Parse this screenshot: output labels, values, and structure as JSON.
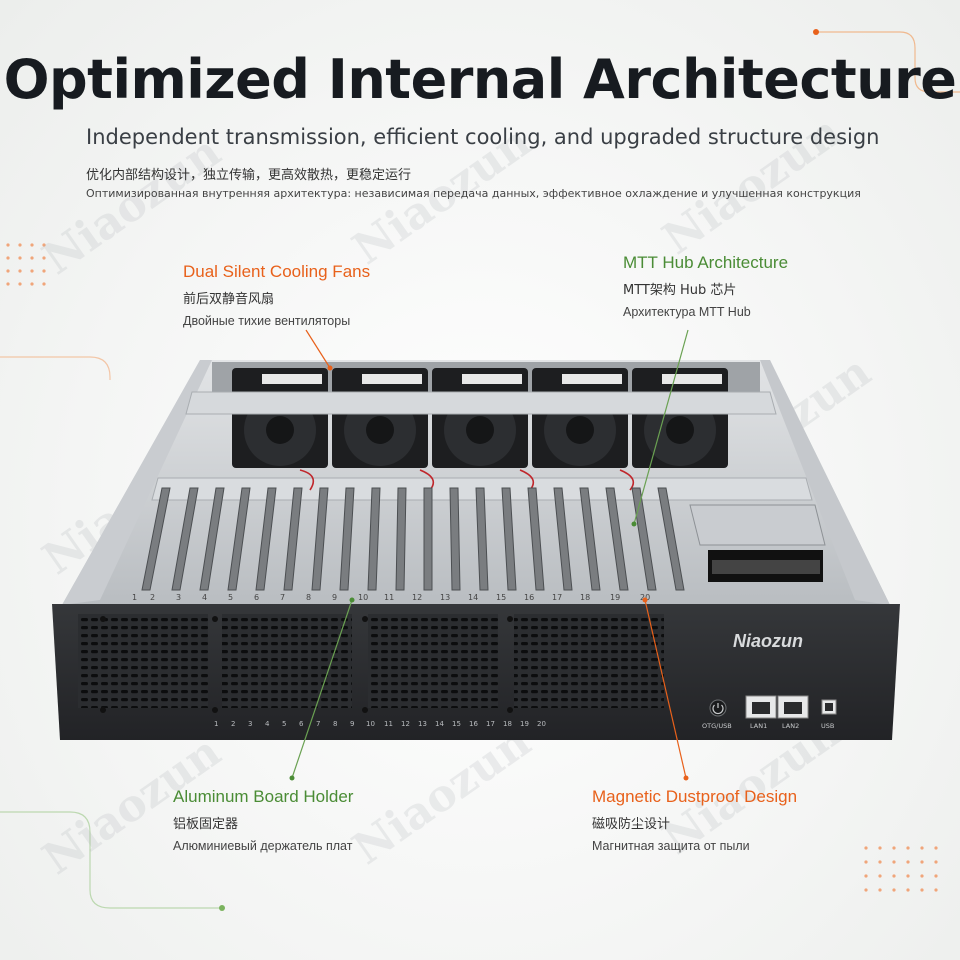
{
  "header": {
    "title": "Optimized Internal Architecture",
    "subtitle": "Independent transmission, efficient cooling, and upgraded structure design",
    "subtitle_cn": "优化内部结构设计，独立传输，更高效散热，更稳定运行",
    "subtitle_ru": "Оптимизированная внутренняя архитектура: независимая передача данных, эффективное охлаждение и улучшенная конструкция"
  },
  "callouts": {
    "fans": {
      "title": "Dual Silent Cooling Fans",
      "cn": "前后双静音风扇",
      "ru": "Двойные тихие вентиляторы"
    },
    "hub": {
      "title": "MTT Hub Architecture",
      "cn": "MTT架构 Hub 芯片",
      "ru": "Архитектура MTT Hub"
    },
    "holder": {
      "title": "Aluminum Board Holder",
      "cn": "铝板固定器",
      "ru": "Алюминиевый держатель плат"
    },
    "dust": {
      "title": "Magnetic Dustproof Design",
      "cn": "磁吸防尘设计",
      "ru": "Магнитная защита от пыли"
    }
  },
  "device": {
    "brand": "Niaozun",
    "slot_numbers": [
      "1",
      "2",
      "3",
      "4",
      "5",
      "6",
      "7",
      "8",
      "9",
      "10",
      "11",
      "12",
      "13",
      "14",
      "15",
      "16",
      "17",
      "18",
      "19",
      "20"
    ],
    "ports": {
      "otg": "OTG/USB",
      "lan1": "LAN1",
      "lan2": "LAN2",
      "usb": "USB"
    }
  },
  "watermark": "Niaozun",
  "colors": {
    "orange": "#e8611b",
    "green": "#4a8c35",
    "chassis": "#2a2c2f"
  }
}
